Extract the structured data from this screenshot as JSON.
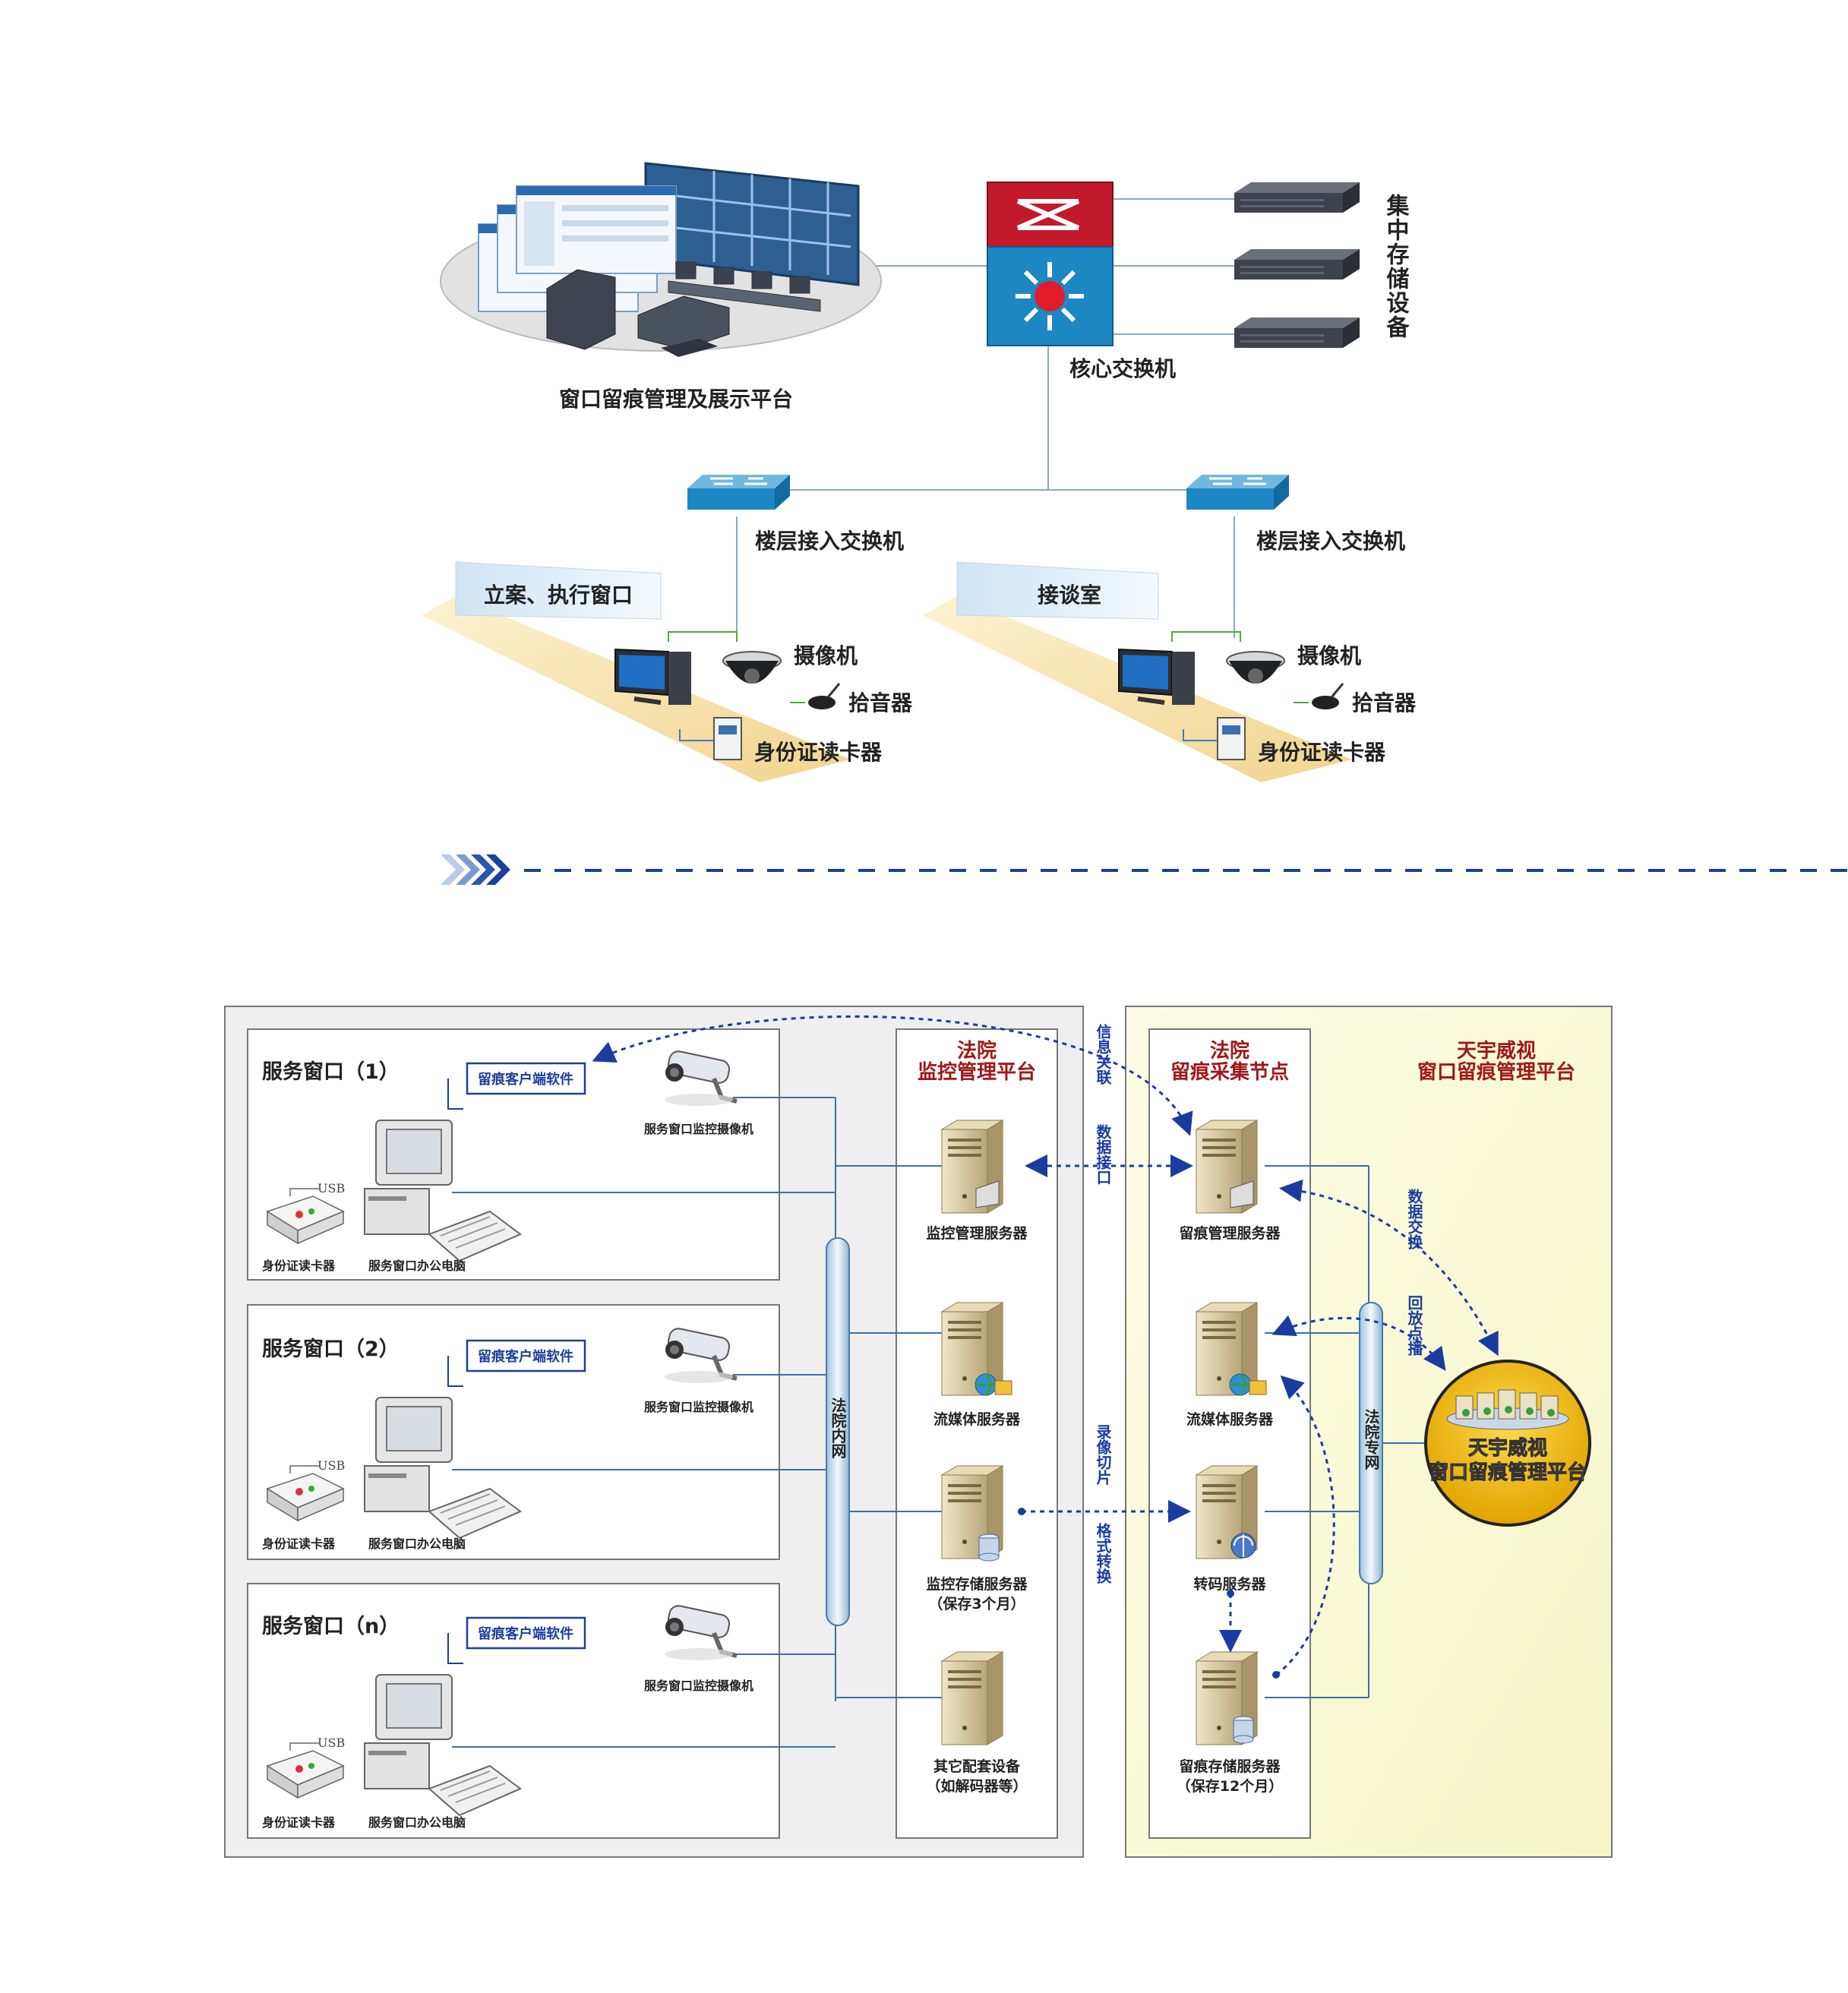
{
  "top": {
    "display_platform_label": "窗口留痕管理及展示平台",
    "core_switch_label": "核心交换机",
    "storage_label": "集中存储设备",
    "floor_switch_left_label": "楼层接入交换机",
    "floor_switch_right_label": "楼层接入交换机",
    "room_left_label": "立案、执行窗口",
    "room_right_label": "接谈室",
    "camera_label": "摄像机",
    "mic_label": "拾音器",
    "card_reader_label": "身份证读卡器"
  },
  "bottom": {
    "windows": [
      {
        "title": "服务窗口（1）"
      },
      {
        "title": "服务窗口（2）"
      },
      {
        "title": "服务窗口（n）"
      }
    ],
    "client_software_label": "留痕客户端软件",
    "window_camera_label": "服务窗口监控摄像机",
    "usb_label": "USB",
    "id_reader_label": "身份证读卡器",
    "window_pc_label": "服务窗口办公电脑",
    "court_intranet_label": "法院内网",
    "court_private_net_label": "法院专网",
    "monitor_platform": {
      "title_line1": "法院",
      "title_line2": "监控管理平台",
      "servers": [
        {
          "label_line1": "监控管理服务器",
          "label_line2": ""
        },
        {
          "label_line1": "流媒体服务器",
          "label_line2": ""
        },
        {
          "label_line1": "监控存储服务器",
          "label_line2": "（保存3个月）"
        },
        {
          "label_line1": "其它配套设备",
          "label_line2": "（如解码器等）"
        }
      ]
    },
    "collect_node": {
      "title_line1": "法院",
      "title_line2": "留痕采集节点",
      "servers": [
        {
          "label_line1": "留痕管理服务器",
          "label_line2": ""
        },
        {
          "label_line1": "流媒体服务器",
          "label_line2": ""
        },
        {
          "label_line1": "转码服务器",
          "label_line2": ""
        },
        {
          "label_line1": "留痕存储服务器",
          "label_line2": "（保存12个月）"
        }
      ]
    },
    "platform": {
      "title_line1": "天宇威视",
      "title_line2": "窗口留痕管理平台",
      "circle_line1": "天宇威视",
      "circle_line2": "窗口留痕管理平台"
    },
    "flow_labels": {
      "info_link": "信息关联",
      "data_interface": "数据接口",
      "data_exchange": "数据交换",
      "playback": "回放点播",
      "record_slice": "录像切片",
      "format_convert": "格式转换"
    }
  }
}
